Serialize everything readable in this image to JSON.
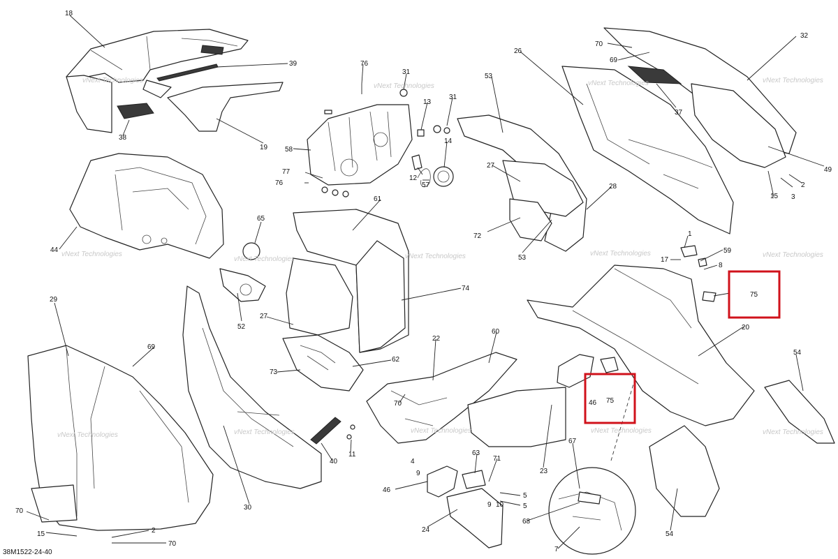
{
  "diagram": {
    "code": "38M1522-24-40",
    "watermark": "vNext Technologies",
    "watermark_split": [
      "vNext",
      "Technologies"
    ],
    "labels": {
      "n1": "1",
      "n2": "2",
      "n3": "3",
      "n4": "4",
      "n5": "5",
      "n7": "7",
      "n8": "8",
      "n9": "9",
      "n10": "10",
      "n11": "11",
      "n12": "12",
      "n13": "13",
      "n14": "14",
      "n15": "15",
      "n17": "17",
      "n18": "18",
      "n19": "19",
      "n20": "20",
      "n22": "22",
      "n23": "23",
      "n24": "24",
      "n26": "26",
      "n27": "27",
      "n28": "28",
      "n29": "29",
      "n30": "30",
      "n31": "31",
      "n32": "32",
      "n37": "37",
      "n38": "38",
      "n39": "39",
      "n40": "40",
      "n44": "44",
      "n46": "46",
      "n49": "49",
      "n52": "52",
      "n53": "53",
      "n54": "54",
      "n57": "57",
      "n58": "58",
      "n59": "59",
      "n60": "60",
      "n61": "61",
      "n62": "62",
      "n63": "63",
      "n65": "65",
      "n67": "67",
      "n68": "68",
      "n69": "69",
      "n70": "70",
      "n71": "71",
      "n72": "72",
      "n73": "73",
      "n74": "74",
      "n75": "75",
      "n76": "76",
      "n77": "77"
    },
    "highlight_color": "#d0121b"
  }
}
